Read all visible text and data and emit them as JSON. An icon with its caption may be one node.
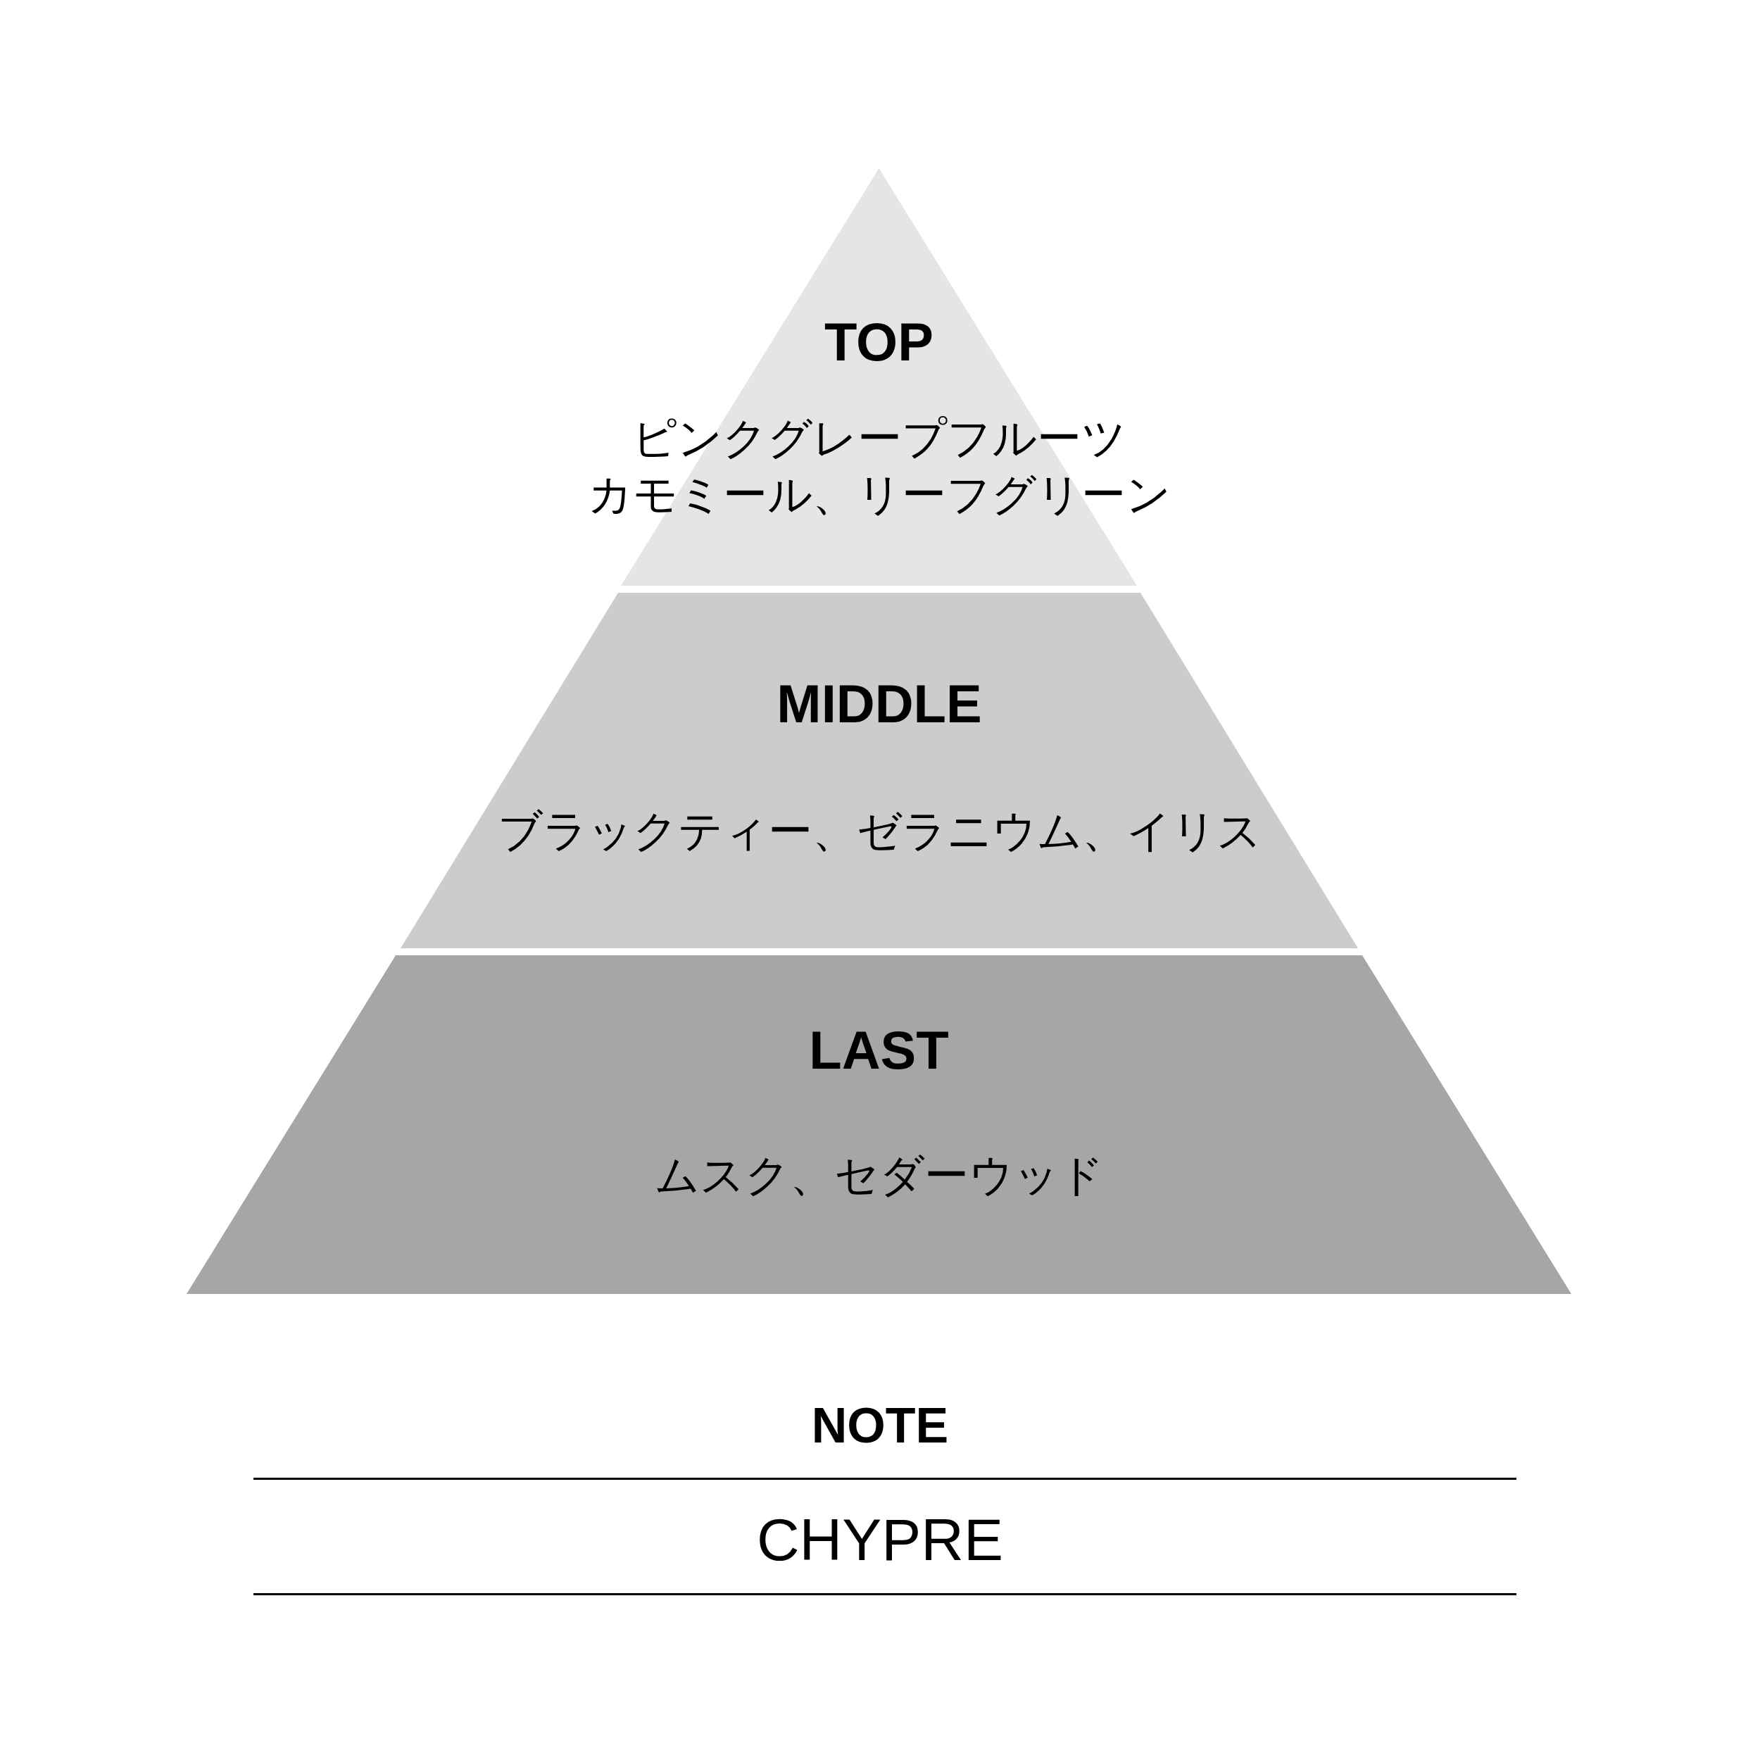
{
  "diagram": {
    "nodes": [
      {
        "text": [
          "TOP",
          "ピンクグレープフルーツ",
          "カモミール、リーフグリーン"
        ]
      },
      {
        "text": [
          "MIDDLE",
          "ブラックティー、ゼラニウム、イリス"
        ]
      },
      {
        "text": [
          "LAST",
          "ムスク、セダーウッド"
        ]
      }
    ],
    "labels": [
      "NOTE",
      "CHYPRE"
    ]
  }
}
